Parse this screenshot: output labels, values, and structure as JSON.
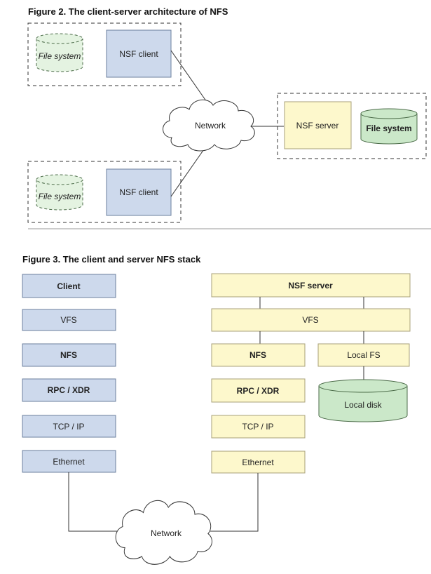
{
  "figure2": {
    "title": "Figure 2. The client-server architecture of NFS",
    "client_top": {
      "fs_label": "File system",
      "client_label": "NSF client"
    },
    "client_bottom": {
      "fs_label": "File system",
      "client_label": "NSF client"
    },
    "network_label": "Network",
    "server": {
      "server_label": "NSF server",
      "fs_label": "File system"
    }
  },
  "figure3": {
    "title": "Figure 3. The client and server NFS stack",
    "client_stack": [
      "Client",
      "VFS",
      "NFS",
      "RPC / XDR",
      "TCP / IP",
      "Ethernet"
    ],
    "server_header": "NSF server",
    "server_vfs": "VFS",
    "server_stack": [
      "NFS",
      "RPC / XDR",
      "TCP / IP",
      "Ethernet"
    ],
    "local_fs": "Local FS",
    "local_disk": "Local disk",
    "network_label": "Network"
  },
  "colors": {
    "client_fill": "#cdd9ec",
    "server_fill": "#fdf8cc",
    "storage_fill": "#cbe8c9"
  }
}
